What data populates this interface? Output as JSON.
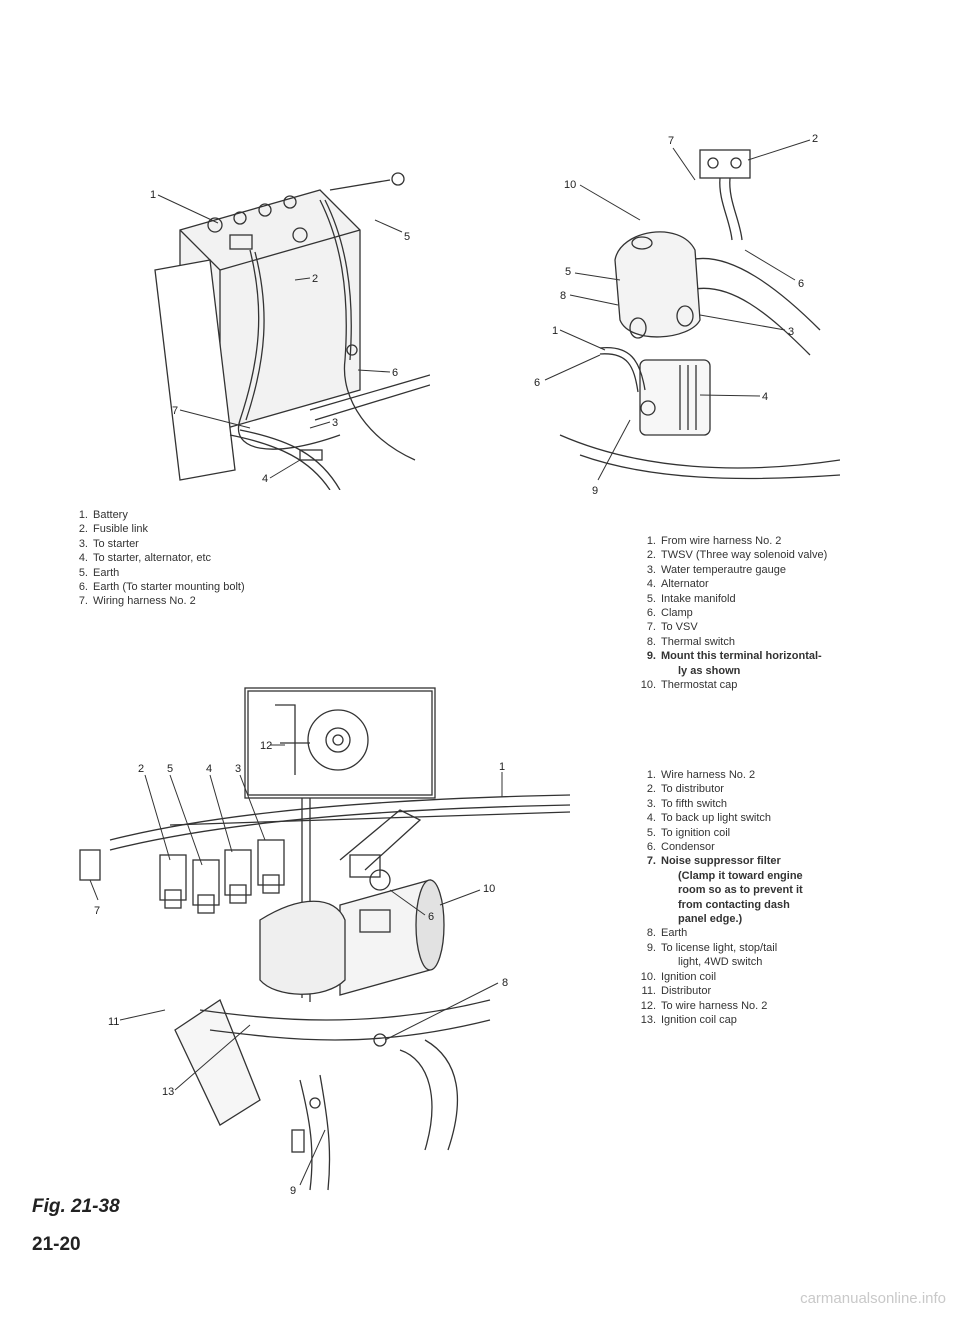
{
  "figure_caption": "Fig. 21-38",
  "page_number": "21-20",
  "watermark": "carmanualsonline.info",
  "battery_diagram": {
    "callouts": [
      "1",
      "2",
      "3",
      "4",
      "5",
      "6",
      "7"
    ],
    "legend": [
      {
        "num": "1.",
        "text": "Battery"
      },
      {
        "num": "2.",
        "text": "Fusible link"
      },
      {
        "num": "3.",
        "text": "To starter"
      },
      {
        "num": "4.",
        "text": "To starter, alternator, etc"
      },
      {
        "num": "5.",
        "text": "Earth"
      },
      {
        "num": "6.",
        "text": "Earth (To starter mounting bolt)"
      },
      {
        "num": "7.",
        "text": "Wiring harness No. 2"
      }
    ]
  },
  "thermostat_diagram": {
    "callouts": [
      "7",
      "10",
      "2",
      "5",
      "6",
      "8",
      "3",
      "1",
      "6",
      "4",
      "9"
    ],
    "legend": [
      {
        "num": "1.",
        "text": "From wire harness No. 2"
      },
      {
        "num": "2.",
        "text": "TWSV (Three way solenoid valve)"
      },
      {
        "num": "3.",
        "text": "Water temperautre gauge"
      },
      {
        "num": "4.",
        "text": "Alternator"
      },
      {
        "num": "5.",
        "text": "Intake manifold"
      },
      {
        "num": "6.",
        "text": "Clamp"
      },
      {
        "num": "7.",
        "text": "To VSV"
      },
      {
        "num": "8.",
        "text": "Thermal switch"
      },
      {
        "num": "9.",
        "text": "Mount this terminal horizontal-",
        "cont": "ly as shown",
        "bold": true
      },
      {
        "num": "10.",
        "text": "Thermostat cap"
      }
    ]
  },
  "ignition_diagram": {
    "callouts": [
      "12",
      "2",
      "5",
      "4",
      "3",
      "1",
      "7",
      "6",
      "10",
      "11",
      "13",
      "8",
      "9"
    ],
    "legend": [
      {
        "num": "1.",
        "text": "Wire harness No. 2"
      },
      {
        "num": "2.",
        "text": "To distributor"
      },
      {
        "num": "3.",
        "text": "To fifth switch"
      },
      {
        "num": "4.",
        "text": "To back up light switch"
      },
      {
        "num": "5.",
        "text": "To ignition coil"
      },
      {
        "num": "6.",
        "text": "Condensor"
      },
      {
        "num": "7.",
        "text": "Noise suppressor filter",
        "cont_lines": [
          "(Clamp it toward engine",
          "room so as to prevent it",
          "from contacting dash",
          "panel edge.)"
        ],
        "bold": true
      },
      {
        "num": "8.",
        "text": "Earth"
      },
      {
        "num": "9.",
        "text": "To license light, stop/tail",
        "cont_lines": [
          "light, 4WD switch"
        ]
      },
      {
        "num": "10.",
        "text": "Ignition coil"
      },
      {
        "num": "11.",
        "text": "Distributor"
      },
      {
        "num": "12.",
        "text": "To wire harness No. 2"
      },
      {
        "num": "13.",
        "text": "Ignition coil cap"
      }
    ]
  }
}
